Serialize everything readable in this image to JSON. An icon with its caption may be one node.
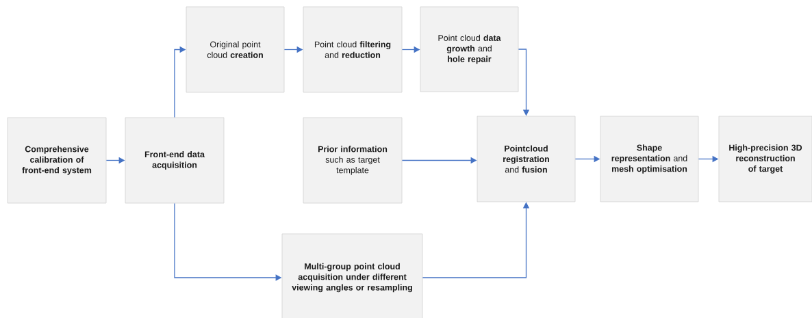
{
  "diagram": {
    "nodes": [
      {
        "text": [
          "Comprehensive calibration of front-end system"
        ]
      },
      {
        "text": [
          "Front-end data acquisition"
        ]
      },
      {
        "text": [
          "Original point cloud **creation**"
        ]
      },
      {
        "text": [
          "Point cloud **filtering** and **reduction**"
        ]
      },
      {
        "text": [
          "Point cloud **data growth** and **hole repair**"
        ]
      },
      {
        "text": [
          "**Prior information** such as target template"
        ]
      },
      {
        "text": [
          "**Pointcloud registration** and **fusion**"
        ]
      },
      {
        "text": [
          "**Shape representation** and **mesh optimisation**"
        ]
      },
      {
        "text": [
          "High-precision 3D reconstruction of target"
        ]
      },
      {
        "text": [
          "Multi-group point cloud acquisition under different viewing angles or resampling"
        ]
      }
    ],
    "edges": [
      {
        "from": 0,
        "to": 1,
        "arrow": "to"
      },
      {
        "from": 1,
        "to": 2,
        "arrow": "to"
      },
      {
        "from": 2,
        "to": 3,
        "arrow": "to"
      },
      {
        "from": 3,
        "to": 4,
        "arrow": "to"
      },
      {
        "from": 4,
        "to": 6,
        "arrow": "to"
      },
      {
        "from": 5,
        "to": 6,
        "arrow": "to"
      },
      {
        "from": 6,
        "to": 7,
        "arrow": "to"
      },
      {
        "from": 7,
        "to": 8,
        "arrow": "to"
      },
      {
        "from": 1,
        "to": 9,
        "arrow": "to"
      },
      {
        "from": 9,
        "to": 6,
        "arrow": "to"
      }
    ]
  }
}
